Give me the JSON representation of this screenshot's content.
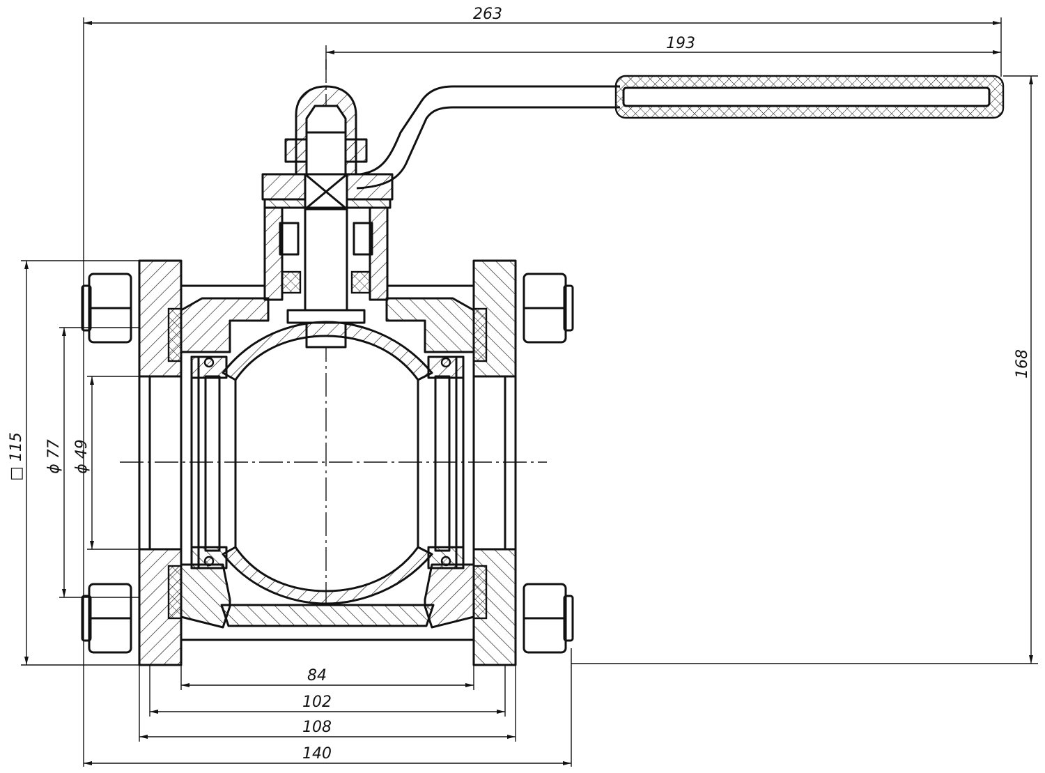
{
  "dimensions": {
    "overall_length": "263",
    "handle_length": "193",
    "height": "168",
    "flange_square": "□ 115",
    "bolt_circle": "ϕ 77",
    "bore": "ϕ 49",
    "body_width": "84",
    "width_102": "102",
    "width_108": "108",
    "width_140": "140"
  }
}
